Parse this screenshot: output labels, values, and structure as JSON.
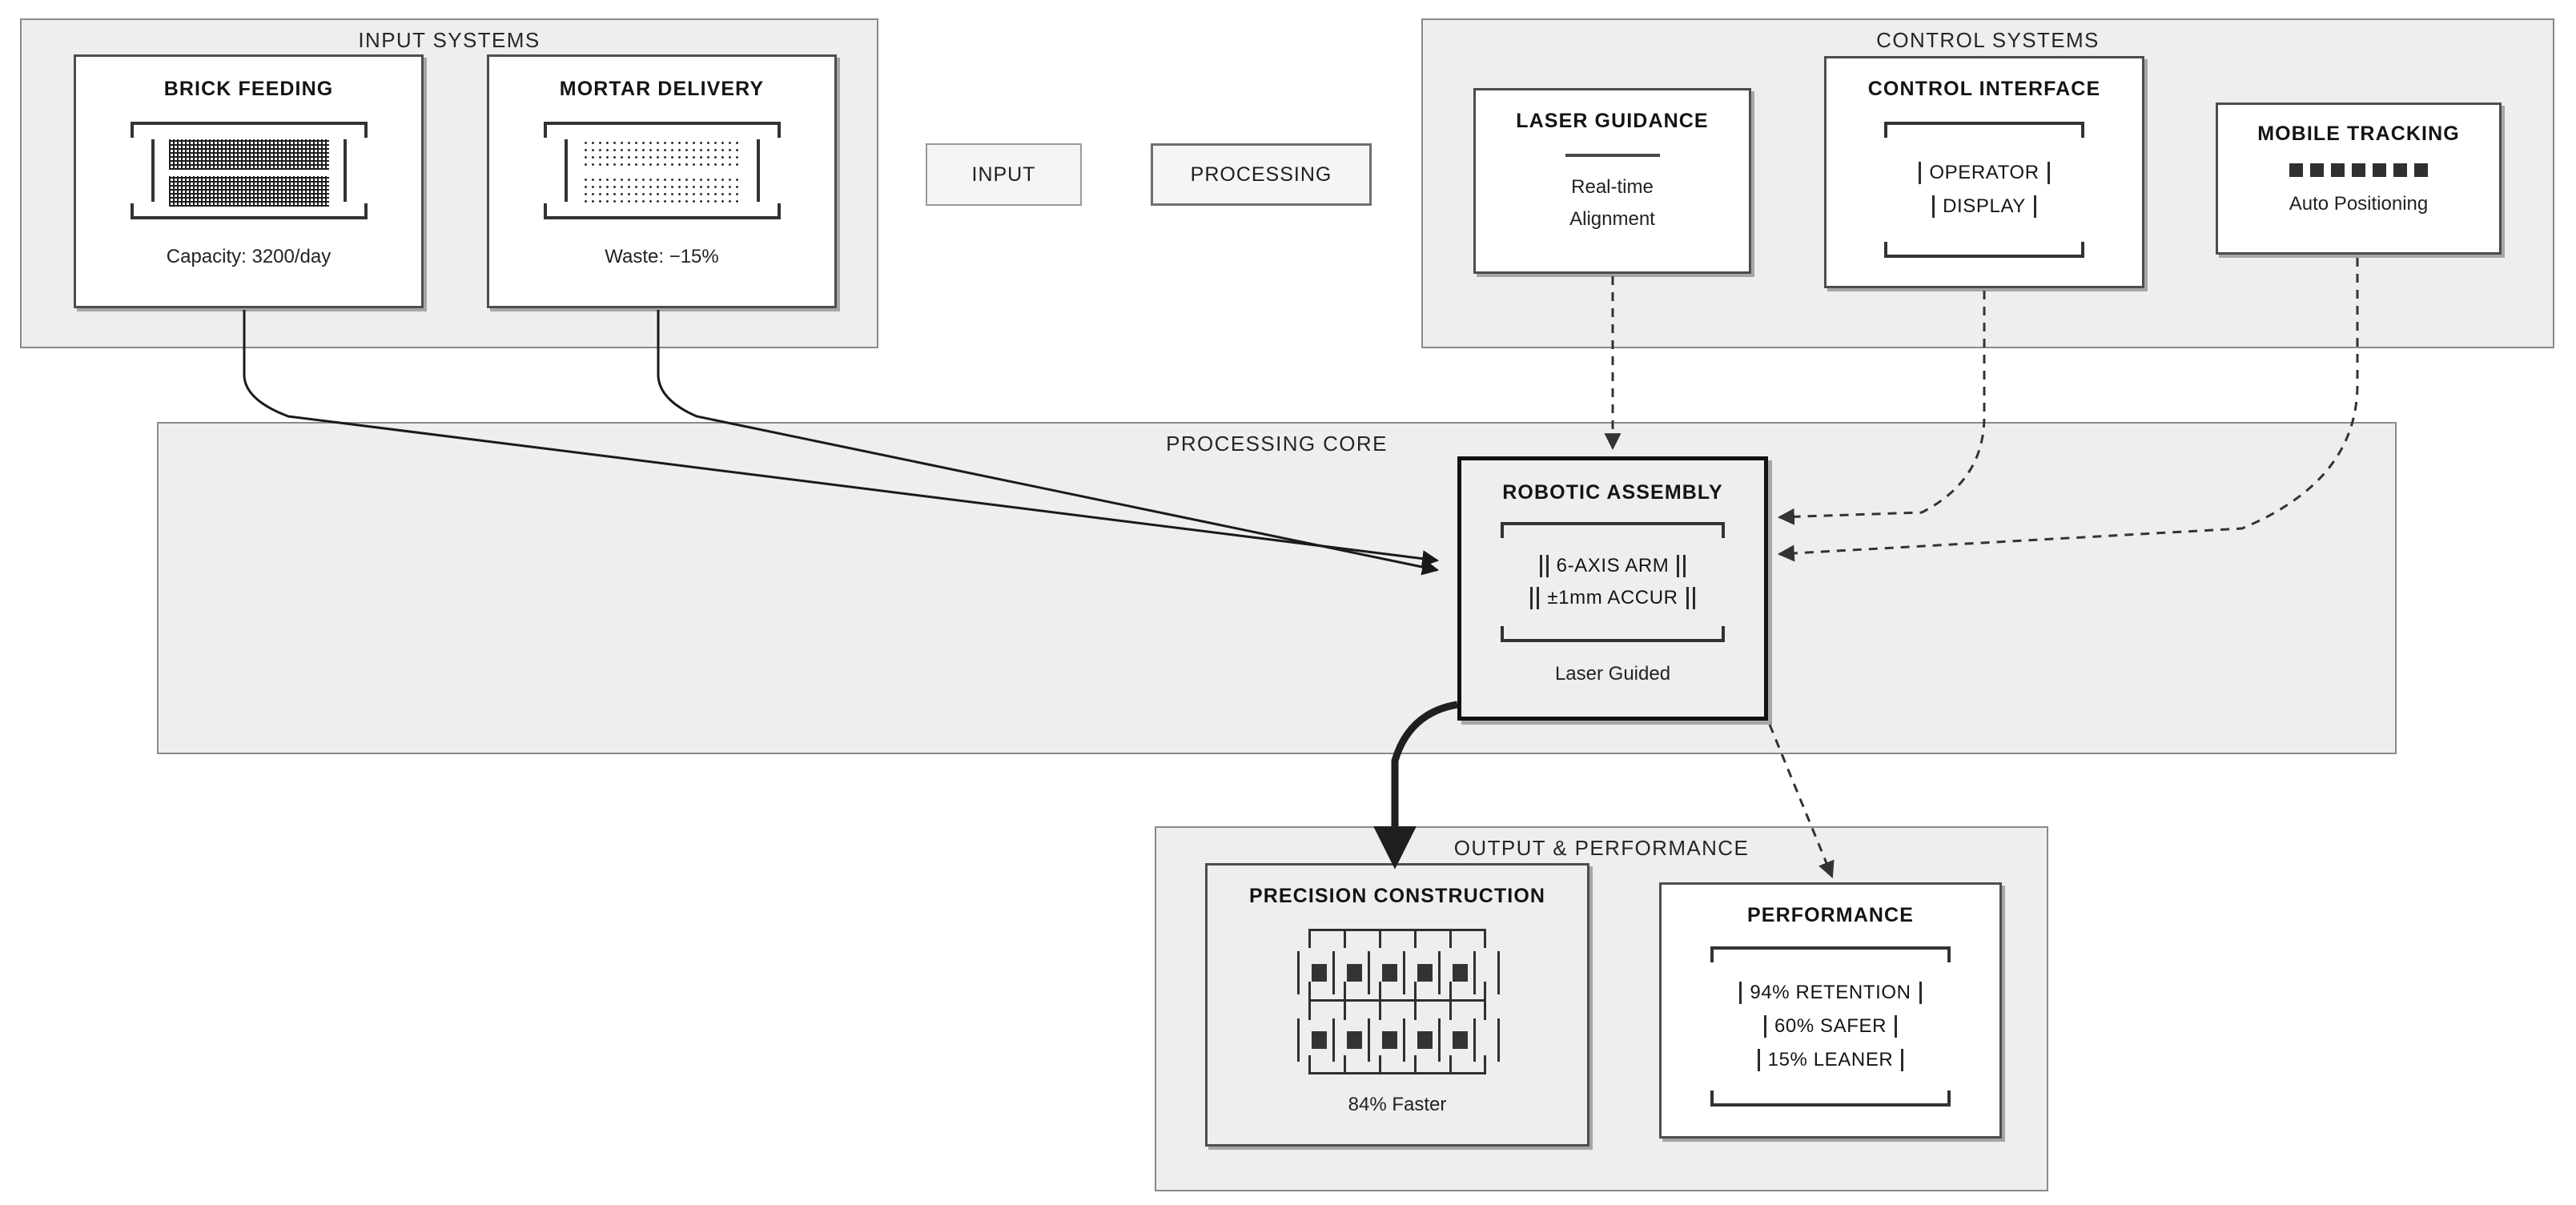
{
  "groups": {
    "input_systems": {
      "title": "INPUT SYSTEMS"
    },
    "control_systems": {
      "title": "CONTROL SYSTEMS"
    },
    "processing_core": {
      "title": "PROCESSING CORE"
    },
    "output_performance": {
      "title": "OUTPUT & PERFORMANCE"
    }
  },
  "legend": {
    "input_label": "INPUT",
    "processing_label": "PROCESSING"
  },
  "nodes": {
    "brick_feeding": {
      "title": "BRICK FEEDING",
      "metric": "Capacity: 3200/day",
      "icon": "brick-hatch-strips-icon"
    },
    "mortar_delivery": {
      "title": "MORTAR DELIVERY",
      "metric": "Waste: −15%",
      "icon": "mortar-dot-strips-icon"
    },
    "laser_guidance": {
      "title": "LASER GUIDANCE",
      "line1": "Real-time",
      "line2": "Alignment",
      "icon": "horizontal-rule-icon"
    },
    "control_interface": {
      "title": "CONTROL INTERFACE",
      "rows": [
        "OPERATOR",
        "DISPLAY"
      ]
    },
    "mobile_tracking": {
      "title": "MOBILE TRACKING",
      "metric": "Auto Positioning",
      "blocks": 7
    },
    "robotic_assembly": {
      "title": "ROBOTIC ASSEMBLY",
      "rows": [
        "6-AXIS ARM",
        "±1mm ACCUR"
      ],
      "metric": "Laser Guided"
    },
    "precision_construction": {
      "title": "PRECISION CONSTRUCTION",
      "metric": "84% Faster",
      "icon": "brick-wall-grid-icon"
    },
    "performance": {
      "title": "PERFORMANCE",
      "rows": [
        "94% RETENTION",
        "60% SAFER",
        "15% LEANER"
      ]
    }
  },
  "colors": {
    "group_fill": "#eeeeee",
    "group_border": "#8a8a8a",
    "node_border": "#4d4d4d",
    "node_border_heavy": "#111111",
    "text": "#1a1a1a",
    "edge_solid": "#1a1a1a",
    "edge_dashed": "#333333"
  },
  "edges": [
    {
      "from": "brick-feeding",
      "to": "robotic-assembly",
      "style": "solid"
    },
    {
      "from": "mortar-delivery",
      "to": "robotic-assembly",
      "style": "solid"
    },
    {
      "from": "laser-guidance",
      "to": "robotic-assembly",
      "style": "dashed"
    },
    {
      "from": "control-interface",
      "to": "robotic-assembly",
      "style": "dashed"
    },
    {
      "from": "mobile-tracking",
      "to": "robotic-assembly",
      "style": "dashed"
    },
    {
      "from": "robotic-assembly",
      "to": "precision-construction",
      "style": "solid-thick"
    },
    {
      "from": "robotic-assembly",
      "to": "performance",
      "style": "dashed"
    }
  ]
}
